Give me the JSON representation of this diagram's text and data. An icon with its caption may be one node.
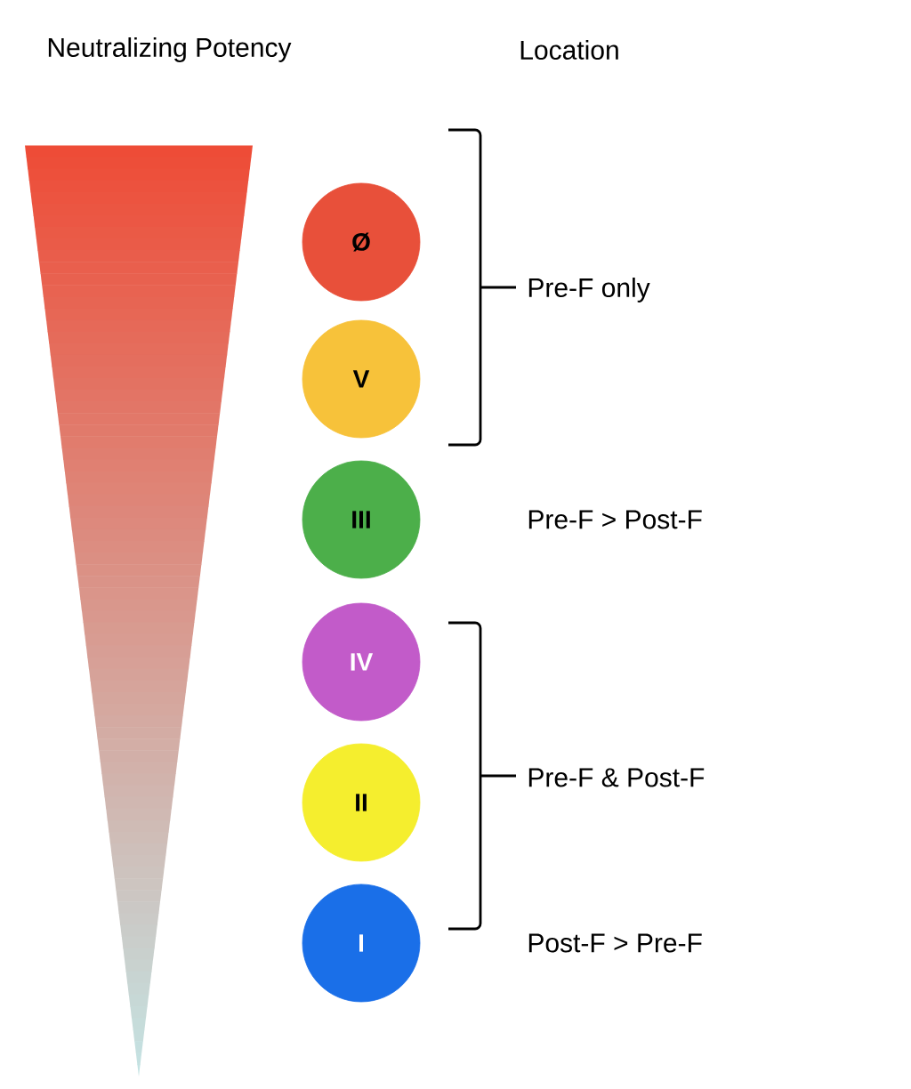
{
  "diagram": {
    "nodes": [
      {
        "text": [
          "Ø"
        ]
      },
      {
        "text": [
          "V"
        ]
      },
      {
        "text": [
          "III"
        ]
      },
      {
        "text": [
          "IV"
        ]
      },
      {
        "text": [
          "II"
        ]
      },
      {
        "text": [
          "I"
        ]
      }
    ],
    "labels": [
      "Neutralizing Potency",
      "Location",
      "Pre-F only",
      "Pre-F > Post-F",
      "Pre-F & Post-F",
      "Post-F > Pre-F"
    ]
  }
}
